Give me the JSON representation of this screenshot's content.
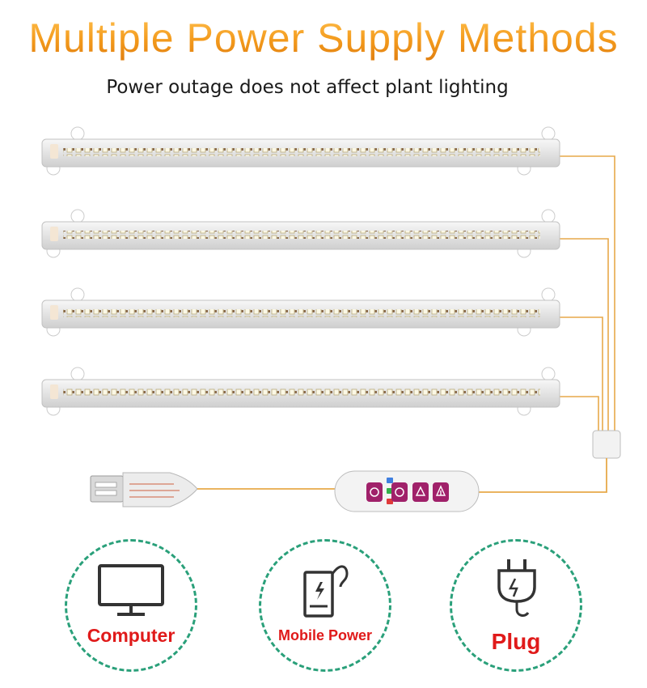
{
  "header": {
    "title": "Multiple Power Supply Methods",
    "subtitle": "Power outage does not affect plant lighting"
  },
  "power_options": [
    {
      "label": "Computer",
      "icon": "computer-monitor-icon"
    },
    {
      "label": "Mobile Power",
      "icon": "power-bank-icon"
    },
    {
      "label": "Plug",
      "icon": "plug-icon"
    }
  ],
  "product": {
    "strip_count": 4,
    "connectors": [
      "usb-plug-icon",
      "controller-icon",
      "splitter-icon"
    ]
  },
  "colors": {
    "title_orange": "#f39a1c",
    "label_red": "#e01a1a",
    "circle_green": "#2aa07a",
    "wire_orange": "#e7a94a"
  }
}
